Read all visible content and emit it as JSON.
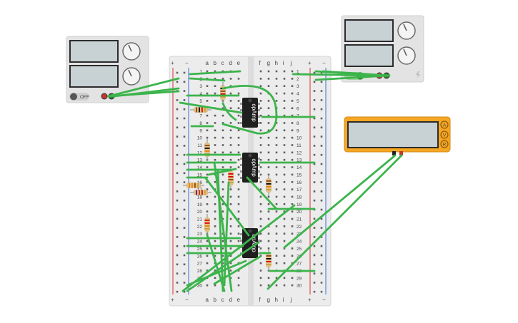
{
  "breadboard": {
    "columns_left": [
      "a",
      "b",
      "c",
      "d",
      "e"
    ],
    "columns_right": [
      "f",
      "g",
      "h",
      "i",
      "j"
    ],
    "rail_plus": "+",
    "rail_minus": "−",
    "row_numbers": [
      "1",
      "2",
      "3",
      "4",
      "5",
      "6",
      "7",
      "8",
      "9",
      "10",
      "11",
      "12",
      "13",
      "14",
      "15",
      "16",
      "17",
      "18",
      "19",
      "20",
      "21",
      "22",
      "23",
      "24",
      "25",
      "26",
      "27",
      "28",
      "29",
      "30"
    ]
  },
  "chips": {
    "chip1_label": "opAmp",
    "chip2_label": "opAmp",
    "chip3_label": "opAmp"
  },
  "power_supply_left": {
    "off_label": "OFF"
  },
  "multimeter": {
    "mode_a": "A",
    "mode_v": "V",
    "mode_r": "R"
  },
  "colors": {
    "wire": "#3cb44b",
    "breadboard": "#ececec",
    "rail_red": "#d9342b",
    "rail_blue": "#3b6fd8",
    "chip": "#1f1f1f",
    "meter_body": "#f5a623",
    "supply_body": "#e3e3e3"
  }
}
